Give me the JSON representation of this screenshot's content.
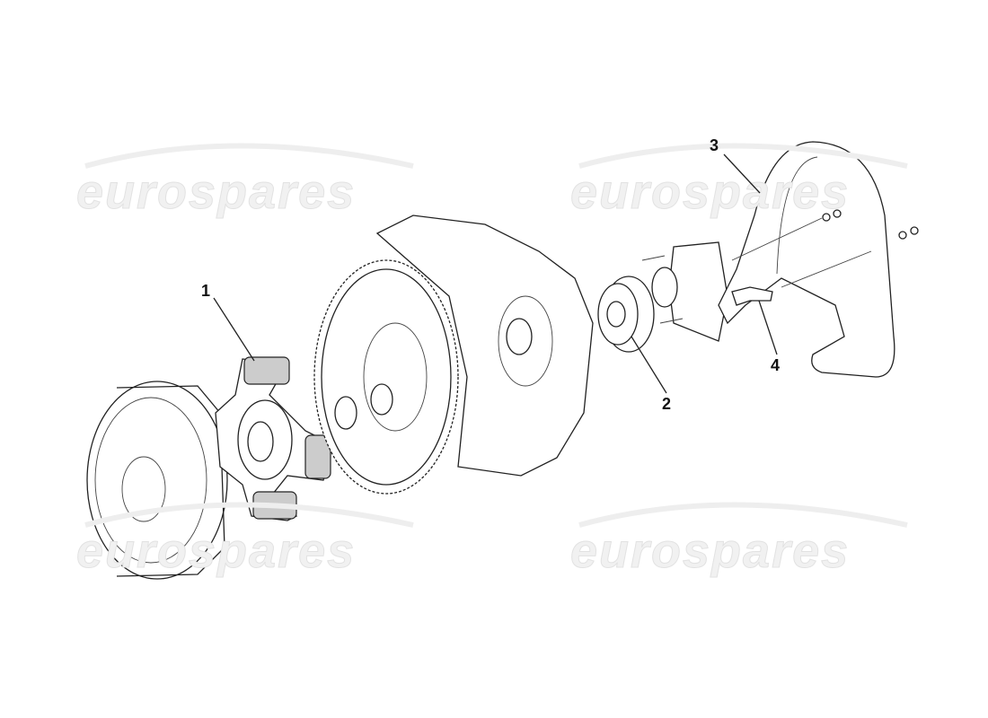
{
  "watermark": "eurospares",
  "callouts": [
    {
      "id": "1",
      "label": "1"
    },
    {
      "id": "2",
      "label": "2"
    },
    {
      "id": "3",
      "label": "3"
    },
    {
      "id": "4",
      "label": "4"
    }
  ],
  "colors": {
    "line": "#222222",
    "watermark": "#e6e6e6",
    "friction_pad": "#cccccc"
  }
}
